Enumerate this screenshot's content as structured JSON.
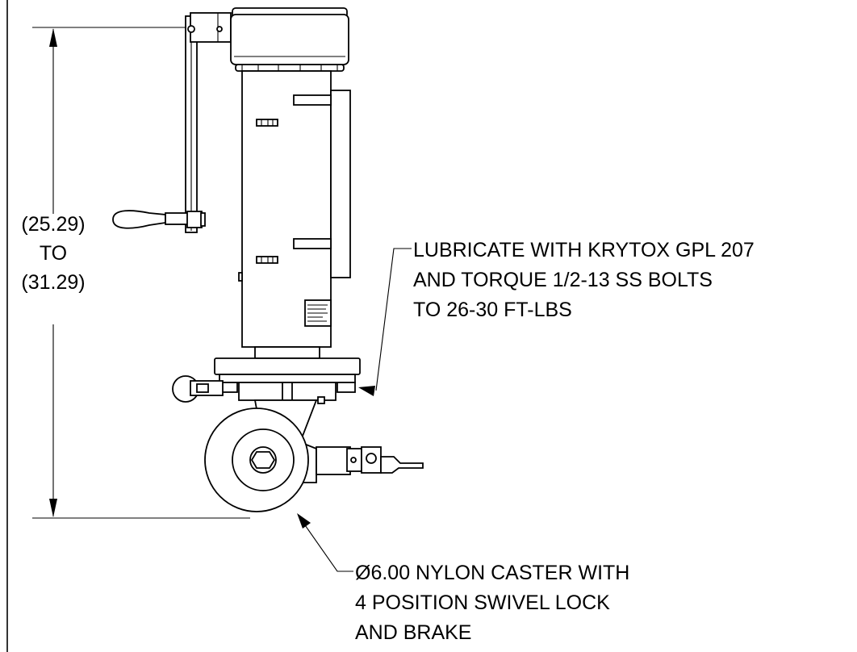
{
  "dimension": {
    "min": "(25.29)",
    "word": "TO",
    "max": "(31.29)"
  },
  "callout_bolts": {
    "line1": "LUBRICATE WITH KRYTOX GPL 207",
    "line2": "AND TORQUE 1/2-13 SS BOLTS",
    "line3": "TO 26-30 FT-LBS"
  },
  "callout_caster": {
    "line1": "Ø6.00 NYLON CASTER WITH",
    "line2": "4 POSITION SWIVEL LOCK",
    "line3": "AND BRAKE"
  }
}
